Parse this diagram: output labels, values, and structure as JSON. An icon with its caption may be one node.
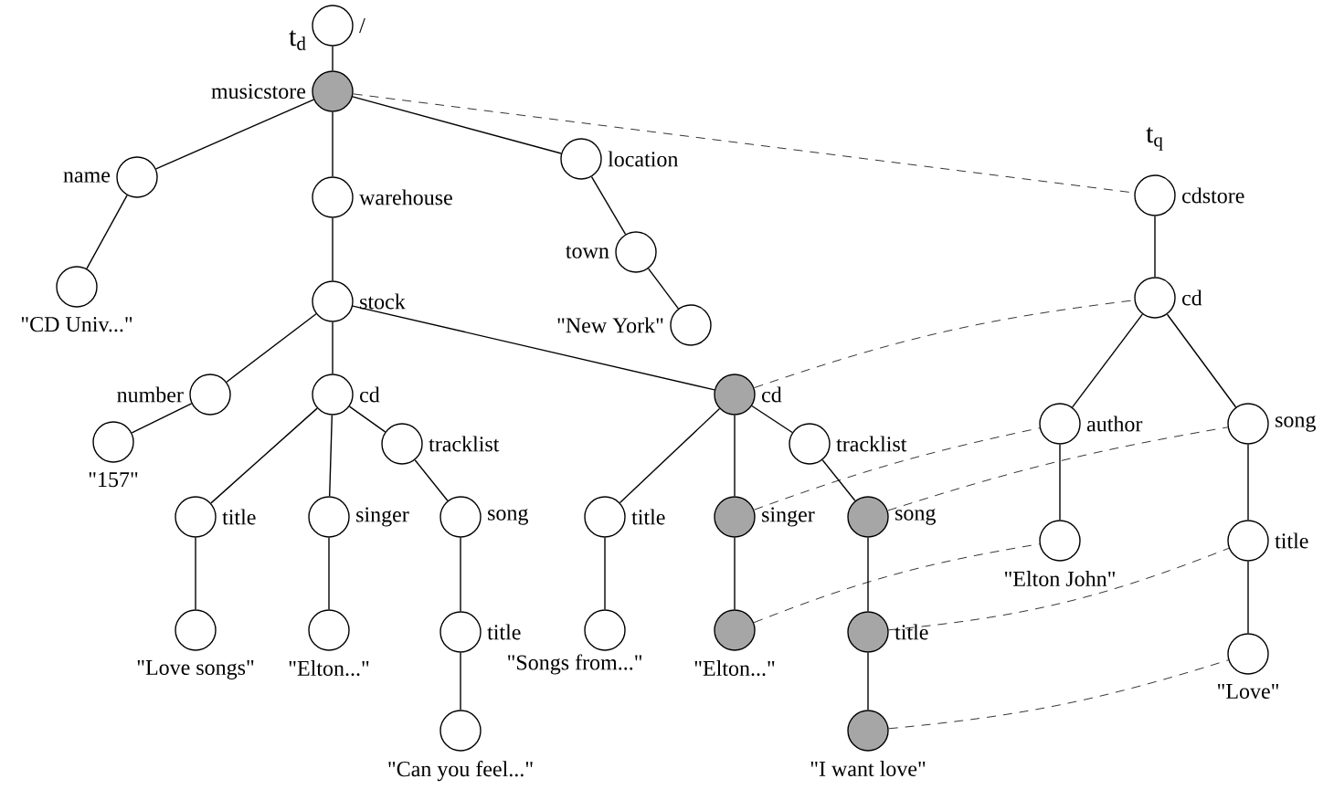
{
  "diagram": {
    "nodes": [
      {
        "text": [],
        "shape": "circle",
        "beside": [
          "/"
        ]
      },
      {
        "text": [],
        "shape": "circle",
        "beside": [
          "musicstore"
        ]
      },
      {
        "text": [],
        "shape": "circle",
        "beside": [
          "name"
        ]
      },
      {
        "text": [],
        "shape": "circle",
        "beside": [
          "\"CD Univ...\""
        ]
      },
      {
        "text": [],
        "shape": "circle",
        "beside": [
          "warehouse"
        ]
      },
      {
        "text": [],
        "shape": "circle",
        "beside": [
          "stock"
        ]
      },
      {
        "text": [],
        "shape": "circle",
        "beside": [
          "location"
        ]
      },
      {
        "text": [],
        "shape": "circle",
        "beside": [
          "town"
        ]
      },
      {
        "text": [],
        "shape": "circle",
        "beside": [
          "\"New York\""
        ]
      },
      {
        "text": [],
        "shape": "circle",
        "beside": [
          "number"
        ]
      },
      {
        "text": [],
        "shape": "circle",
        "beside": [
          "\"157\""
        ]
      },
      {
        "text": [],
        "shape": "circle",
        "beside": [
          "cd"
        ]
      },
      {
        "text": [],
        "shape": "circle",
        "beside": [
          "title"
        ]
      },
      {
        "text": [],
        "shape": "circle",
        "beside": [
          "\"Love songs\""
        ]
      },
      {
        "text": [],
        "shape": "circle",
        "beside": [
          "singer"
        ]
      },
      {
        "text": [],
        "shape": "circle",
        "beside": [
          "\"Elton...\""
        ]
      },
      {
        "text": [],
        "shape": "circle",
        "beside": [
          "tracklist"
        ]
      },
      {
        "text": [],
        "shape": "circle",
        "beside": [
          "song"
        ]
      },
      {
        "text": [],
        "shape": "circle",
        "beside": [
          "title"
        ]
      },
      {
        "text": [],
        "shape": "circle",
        "beside": [
          "\"Can you feel...\""
        ]
      },
      {
        "text": [],
        "shape": "circle",
        "beside": [
          "cd"
        ]
      },
      {
        "text": [],
        "shape": "circle",
        "beside": [
          "title"
        ]
      },
      {
        "text": [],
        "shape": "circle",
        "beside": [
          "\"Songs from...\""
        ]
      },
      {
        "text": [],
        "shape": "circle",
        "beside": [
          "singer"
        ]
      },
      {
        "text": [],
        "shape": "circle",
        "beside": [
          "\"Elton...\""
        ]
      },
      {
        "text": [],
        "shape": "circle",
        "beside": [
          "tracklist"
        ]
      },
      {
        "text": [],
        "shape": "circle",
        "beside": [
          "song"
        ]
      },
      {
        "text": [],
        "shape": "circle",
        "beside": [
          "title"
        ]
      },
      {
        "text": [],
        "shape": "circle",
        "beside": [
          "\"I want love\""
        ]
      },
      {
        "text": [],
        "shape": "circle",
        "beside": [
          "cdstore"
        ]
      },
      {
        "text": [],
        "shape": "circle",
        "beside": [
          "cd"
        ]
      },
      {
        "text": [],
        "shape": "circle",
        "beside": [
          "author"
        ]
      },
      {
        "text": [],
        "shape": "circle",
        "beside": [
          "song"
        ]
      },
      {
        "text": [],
        "shape": "circle",
        "beside": [
          "\"Elton John\""
        ]
      },
      {
        "text": [],
        "shape": "circle",
        "beside": [
          "title"
        ]
      },
      {
        "text": [],
        "shape": "circle",
        "beside": [
          "\"Love\""
        ]
      }
    ],
    "edges": [
      {
        "from": 0,
        "to": 1,
        "arrow": "none"
      },
      {
        "from": 1,
        "to": 2,
        "arrow": "none"
      },
      {
        "from": 2,
        "to": 3,
        "arrow": "none"
      },
      {
        "from": 1,
        "to": 4,
        "arrow": "none"
      },
      {
        "from": 4,
        "to": 5,
        "arrow": "none"
      },
      {
        "from": 1,
        "to": 6,
        "arrow": "none"
      },
      {
        "from": 6,
        "to": 7,
        "arrow": "none"
      },
      {
        "from": 7,
        "to": 8,
        "arrow": "none"
      },
      {
        "from": 5,
        "to": 9,
        "arrow": "none"
      },
      {
        "from": 9,
        "to": 10,
        "arrow": "none"
      },
      {
        "from": 5,
        "to": 11,
        "arrow": "none"
      },
      {
        "from": 11,
        "to": 12,
        "arrow": "none"
      },
      {
        "from": 12,
        "to": 13,
        "arrow": "none"
      },
      {
        "from": 11,
        "to": 14,
        "arrow": "none"
      },
      {
        "from": 14,
        "to": 15,
        "arrow": "none"
      },
      {
        "from": 11,
        "to": 16,
        "arrow": "none"
      },
      {
        "from": 16,
        "to": 17,
        "arrow": "none"
      },
      {
        "from": 17,
        "to": 18,
        "arrow": "none"
      },
      {
        "from": 18,
        "to": 19,
        "arrow": "none"
      },
      {
        "from": 5,
        "to": 20,
        "arrow": "none"
      },
      {
        "from": 20,
        "to": 21,
        "arrow": "none"
      },
      {
        "from": 21,
        "to": 22,
        "arrow": "none"
      },
      {
        "from": 20,
        "to": 23,
        "arrow": "none"
      },
      {
        "from": 23,
        "to": 24,
        "arrow": "none"
      },
      {
        "from": 20,
        "to": 25,
        "arrow": "none"
      },
      {
        "from": 25,
        "to": 26,
        "arrow": "none"
      },
      {
        "from": 26,
        "to": 27,
        "arrow": "none"
      },
      {
        "from": 27,
        "to": 28,
        "arrow": "none"
      },
      {
        "from": 29,
        "to": 30,
        "arrow": "none"
      },
      {
        "from": 30,
        "to": 31,
        "arrow": "none"
      },
      {
        "from": 31,
        "to": 33,
        "arrow": "none"
      },
      {
        "from": 30,
        "to": 32,
        "arrow": "none"
      },
      {
        "from": 32,
        "to": 34,
        "arrow": "none"
      },
      {
        "from": 34,
        "to": 35,
        "arrow": "none"
      },
      {
        "from": 1,
        "to": 29,
        "arrow": "none",
        "style": "dashed"
      },
      {
        "from": 20,
        "to": 30,
        "arrow": "none",
        "style": "dashed"
      },
      {
        "from": 23,
        "to": 31,
        "arrow": "none",
        "style": "dashed"
      },
      {
        "from": 26,
        "to": 32,
        "arrow": "none",
        "style": "dashed"
      },
      {
        "from": 24,
        "to": 33,
        "arrow": "none",
        "style": "dashed"
      },
      {
        "from": 27,
        "to": 34,
        "arrow": "none",
        "style": "dashed"
      },
      {
        "from": 28,
        "to": 35,
        "arrow": "none",
        "style": "dashed"
      }
    ],
    "labels": [
      "t$_{d}$",
      "t$_{q}$"
    ]
  }
}
